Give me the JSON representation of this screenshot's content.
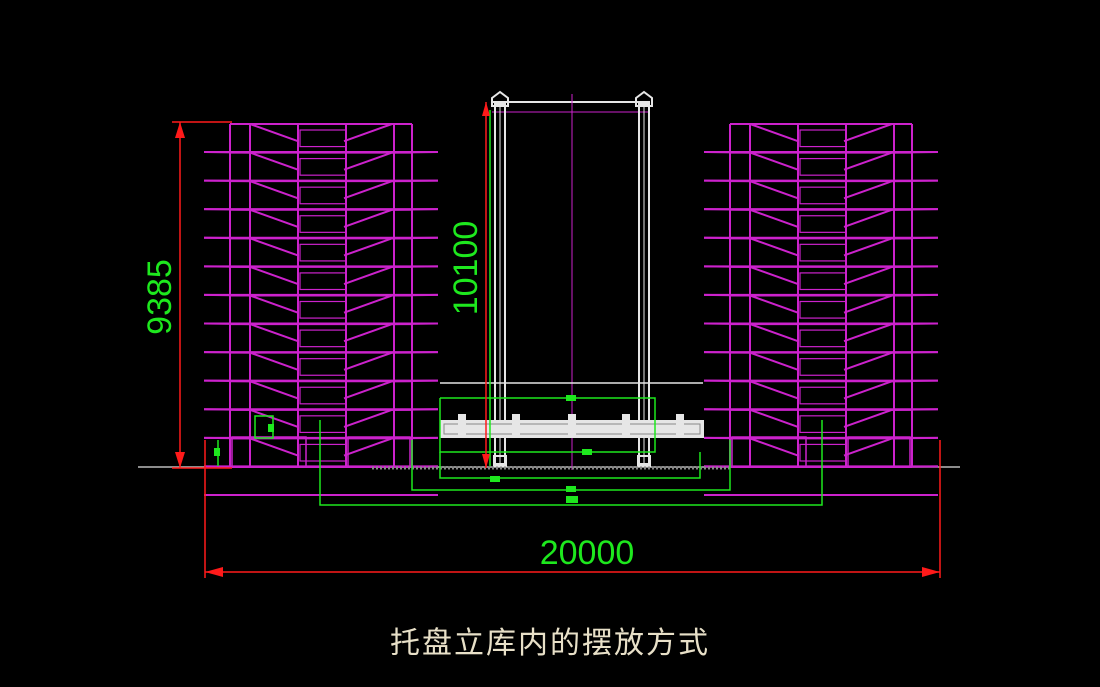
{
  "caption": "托盘立库内的摆放方式",
  "dimensions": {
    "total_width": "20000",
    "rack_height": "9385",
    "crane_height": "10100"
  },
  "colors": {
    "background": "#000000",
    "rack": "#cc22cc",
    "dimension_red": "#ff1a1a",
    "dimension_green": "#1ee81e",
    "crane": "#e6e6e6",
    "caption": "#e8e0c8"
  }
}
